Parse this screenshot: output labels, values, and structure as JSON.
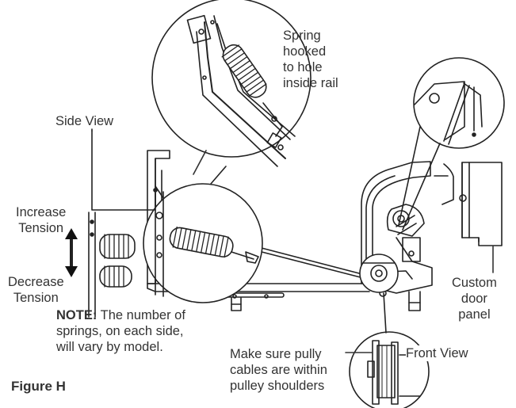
{
  "labels": {
    "spring_hooked": [
      "Spring",
      "hooked",
      "to hole",
      "inside rail"
    ],
    "side_view": "Side View",
    "increase_tension": [
      "Increase",
      "Tension"
    ],
    "decrease_tension": [
      "Decrease",
      "Tension"
    ],
    "note_bold": "NOTE:",
    "note_text": [
      " The number of",
      "springs, on each side,",
      "will vary by model."
    ],
    "make_sure": [
      "Make sure pully",
      "cables are within",
      "pulley shoulders"
    ],
    "front_view": "Front View",
    "custom_door_panel": [
      "Custom",
      "door",
      "panel"
    ],
    "figure": "Figure H"
  }
}
